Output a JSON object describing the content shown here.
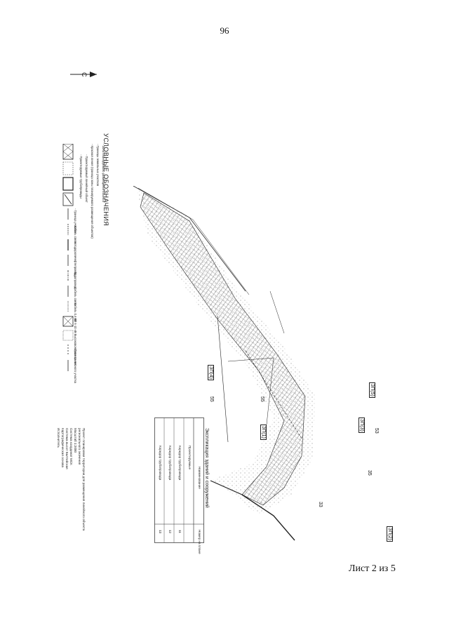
{
  "page": {
    "number": "96",
    "sheet_label": "Лист 2 из 5"
  },
  "north_arrow": {
    "label": "С"
  },
  "legend": {
    "title": "УСЛОВНЫЕ ОБОЗНАЧЕНИЯ",
    "items": [
      "- Зона планируемого размещения объекта",
      "- Границы земельных участков",
      "- Красная линия (граница зоны планируемого размещения объектов)",
      "- Проектируемый линейный объект",
      "- Проектируемые трубопроводы",
      "- Граница участка",
      "- Кабель связи",
      "- Автодорога",
      "- Нефтепровод",
      "- Водопровод",
      "- Кабель связи",
      "- Кабель 0,4 кВ",
      "- ВЛ 6-10 кВ",
      "- Высоковольтная линия",
      "- Граница лесного участка"
    ]
  },
  "notes": [
    "Проект планировки территории для размещения линейного объекта",
    "регионального значения",
    "Масштаб 1:2000",
    "Система координат МСК",
    "Система высот Балтийская",
    "Картографическая основа",
    "Исполнитель"
  ],
  "table": {
    "title": "Экспликация зданий и сооружений",
    "headers": [
      "Номер на плане",
      "Наименование"
    ],
    "rows": [
      [
        "",
        "Проектируемые"
      ],
      [
        "11",
        "Коридор трубопровода"
      ],
      [
        "12",
        "Коридор трубопровода"
      ],
      [
        "13",
        "Коридор трубопровода"
      ]
    ]
  },
  "zones": [
    "ЗП(1)",
    "ЗП(2)",
    "ЗП(3)",
    "ЗП(4)",
    "ЗП(5)",
    "55",
    "53",
    "55",
    "35",
    "33"
  ]
}
